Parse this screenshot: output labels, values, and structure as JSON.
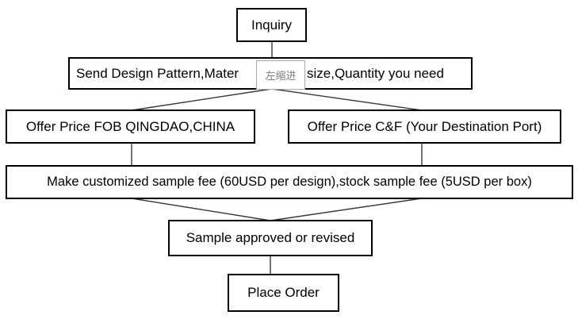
{
  "flowchart": {
    "nodes": [
      {
        "id": "inquiry",
        "label": "Inquiry"
      },
      {
        "id": "send-design",
        "label_left": "Send Design Pattern,Mater",
        "label_right": "size,Quantity you need"
      },
      {
        "id": "offer-price-fob",
        "label": "Offer Price FOB QINGDAO,CHINA"
      },
      {
        "id": "offer-price-cf",
        "label": "Offer Price C&F (Your Destination Port)"
      },
      {
        "id": "sample-fee",
        "label": "Make customized sample fee (60USD per design),stock sample fee (5USD per box)"
      },
      {
        "id": "sample-approved",
        "label": "Sample approved or revised"
      },
      {
        "id": "place-order",
        "label": "Place Order"
      }
    ]
  },
  "overlay_tooltip": {
    "label": "左缩进"
  },
  "colors": {
    "background": "#ffffff",
    "box_border": "#000000",
    "connector_line": "#383838",
    "tooltip_border": "#a8a8a8",
    "tooltip_text": "#7d7d7d"
  }
}
